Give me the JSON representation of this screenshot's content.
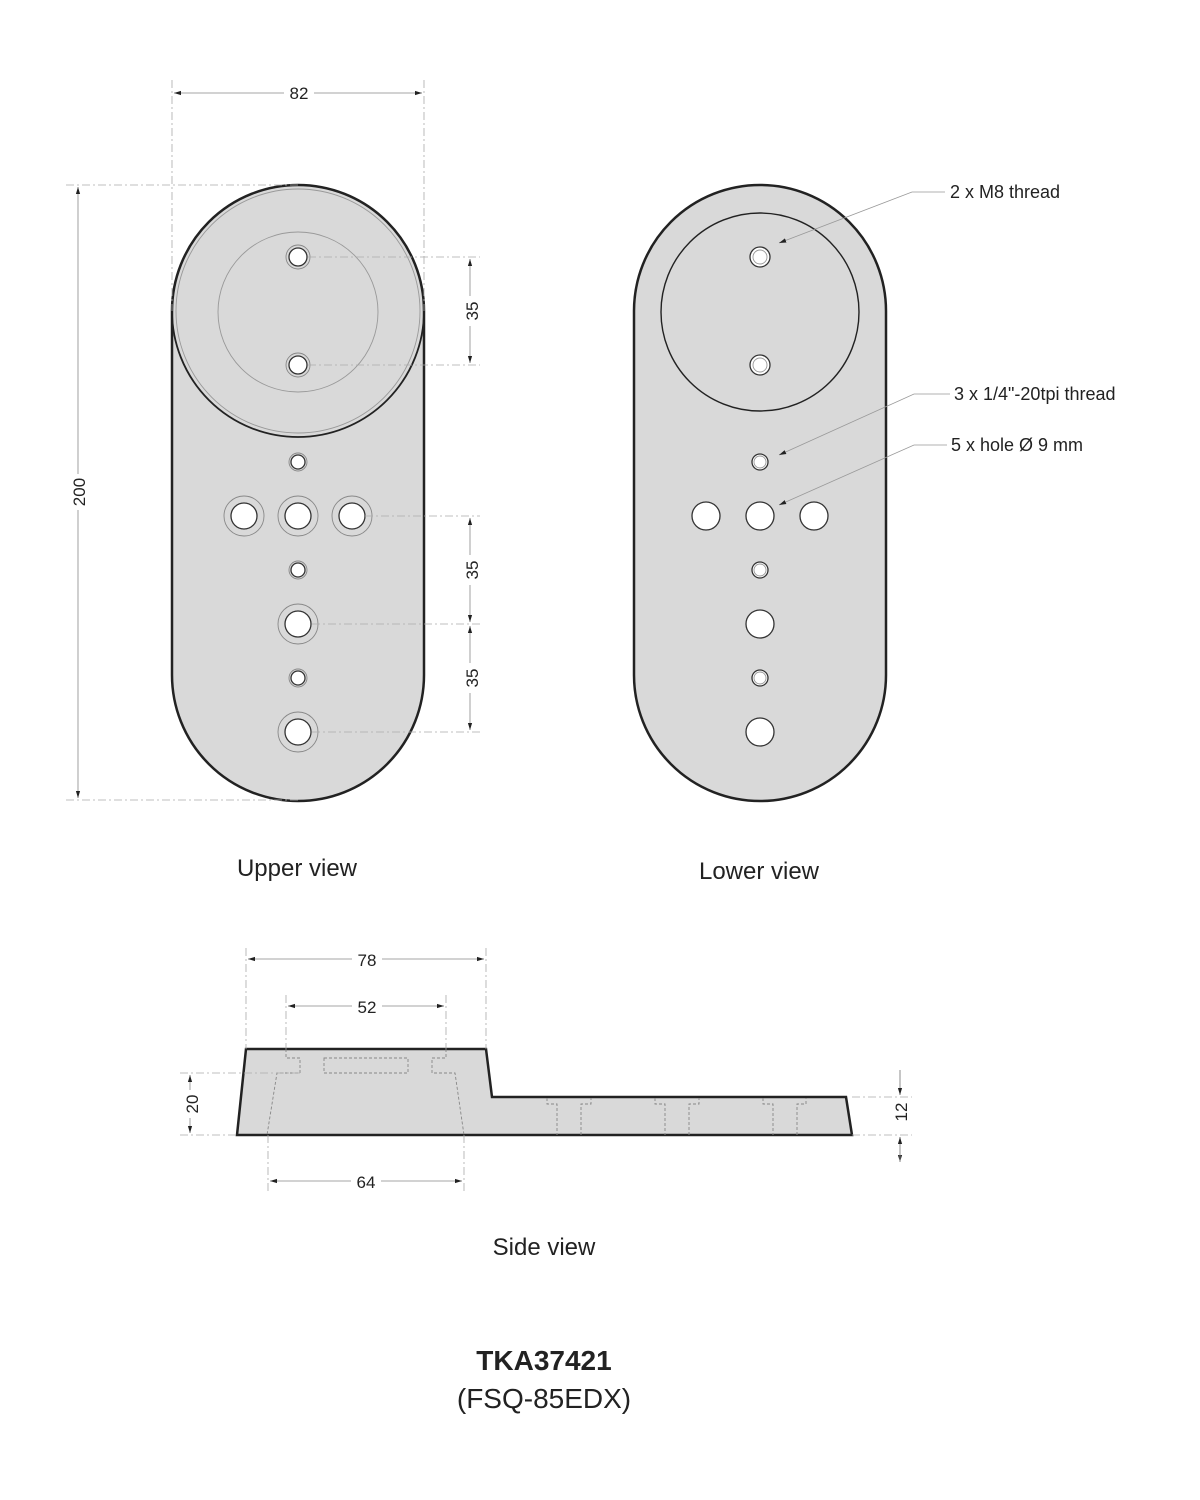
{
  "upper_view": {
    "label": "Upper view",
    "dims": {
      "width": "82",
      "length": "200",
      "m8_spacing": "35",
      "spacing_1": "35",
      "spacing_2": "35"
    }
  },
  "lower_view": {
    "label": "Lower view",
    "callouts": {
      "m8": "2 x M8 thread",
      "quarter": "3 x 1/4\"-20tpi thread",
      "holes": "5 x hole Ø 9 mm"
    }
  },
  "side_view": {
    "label": "Side view",
    "dims": {
      "top_width": "78",
      "pocket_width": "52",
      "base_width": "64",
      "height": "20",
      "plate_height": "12"
    }
  },
  "title": {
    "part_number": "TKA37421",
    "model": "(FSQ-85EDX)"
  }
}
